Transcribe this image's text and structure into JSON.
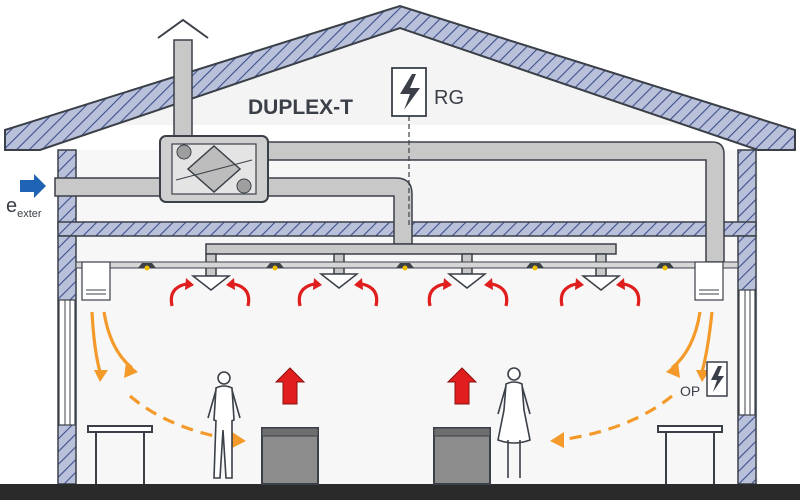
{
  "diagram": {
    "unit_name": "DUPLEX-T",
    "controller_label": "RG",
    "panel_label": "OP",
    "outside_air_label": "e",
    "outside_air_sub": "exter",
    "icons": {
      "power": "lightning-bolt-icon",
      "warm_person": "up-arrow-red-icon",
      "supply_flow": "red-curved-arrow-icon",
      "air_stream": "orange-dashed-arrow-icon"
    },
    "colors": {
      "wall_fill": "#b9c1da",
      "hatch": "#3d4f8c",
      "outline": "#3b4048",
      "duct": "#c8c8c8",
      "ceiling_panel": "#d6d6d6",
      "supply_arrow": "#e01e1e",
      "air_flow": "#f39a2a",
      "fresh_air": "#1f63b5",
      "heater": "#8c8c8c",
      "floor": "#2a2a2a",
      "interior": "#f7f7f7"
    }
  }
}
